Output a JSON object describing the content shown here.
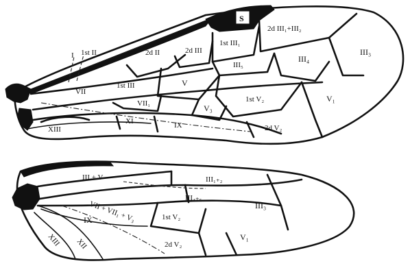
{
  "forewing": {
    "stigma": "S",
    "cells": {
      "i": "I",
      "first_ii": "1st II",
      "second_ii": "2d II",
      "second_iii": "2d III",
      "first_iii1": "1st III₁",
      "second_iii1_iii2": "2d III₁+III₂",
      "iii3": "III₃",
      "first_iii": "1st III",
      "v": "V",
      "iii5": "III₅",
      "iii4": "III₄",
      "vii": "VII",
      "vii1": "VII₁",
      "v3": "V₃",
      "first_v2": "1st V₂",
      "v1": "V₁",
      "xiii": "XIII",
      "xi": "XI",
      "ix": "IX",
      "second_v2": "2d V₂"
    }
  },
  "hindwing": {
    "cells": {
      "iii_v": "III + V",
      "iii1_2": "III₁₊₂",
      "iii4_5": "III₄₊₅",
      "iii3": "III₃",
      "vii_vii1_v3": "VII + VII₁ + V₃",
      "first_v2": "1st V₂",
      "ix": "IX",
      "xiii": "XIII",
      "xii": "XII",
      "second_v2": "2d V₂",
      "v1": "V₁"
    }
  }
}
